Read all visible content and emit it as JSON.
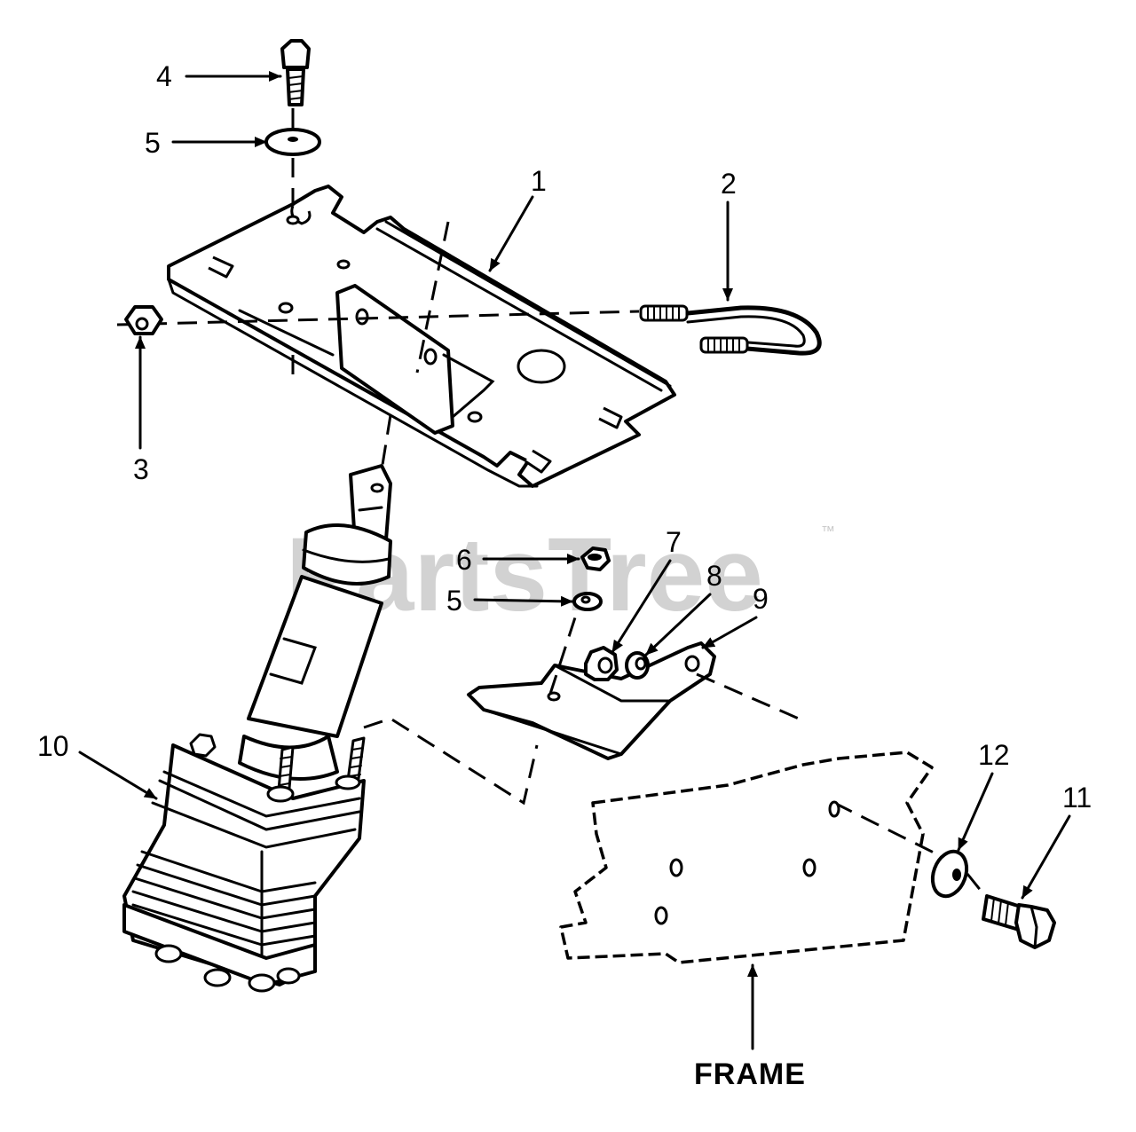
{
  "callouts": [
    {
      "id": "c1",
      "label": "1"
    },
    {
      "id": "c2",
      "label": "2"
    },
    {
      "id": "c3",
      "label": "3"
    },
    {
      "id": "c4",
      "label": "4"
    },
    {
      "id": "c5a",
      "label": "5"
    },
    {
      "id": "c5b",
      "label": "5"
    },
    {
      "id": "c6",
      "label": "6"
    },
    {
      "id": "c7",
      "label": "7"
    },
    {
      "id": "c8",
      "label": "8"
    },
    {
      "id": "c9",
      "label": "9"
    },
    {
      "id": "c10",
      "label": "10"
    },
    {
      "id": "c11",
      "label": "11"
    },
    {
      "id": "c12",
      "label": "12"
    }
  ],
  "frame_label": "FRAME",
  "watermark": {
    "text": "PartsTree",
    "trademark": "™"
  }
}
